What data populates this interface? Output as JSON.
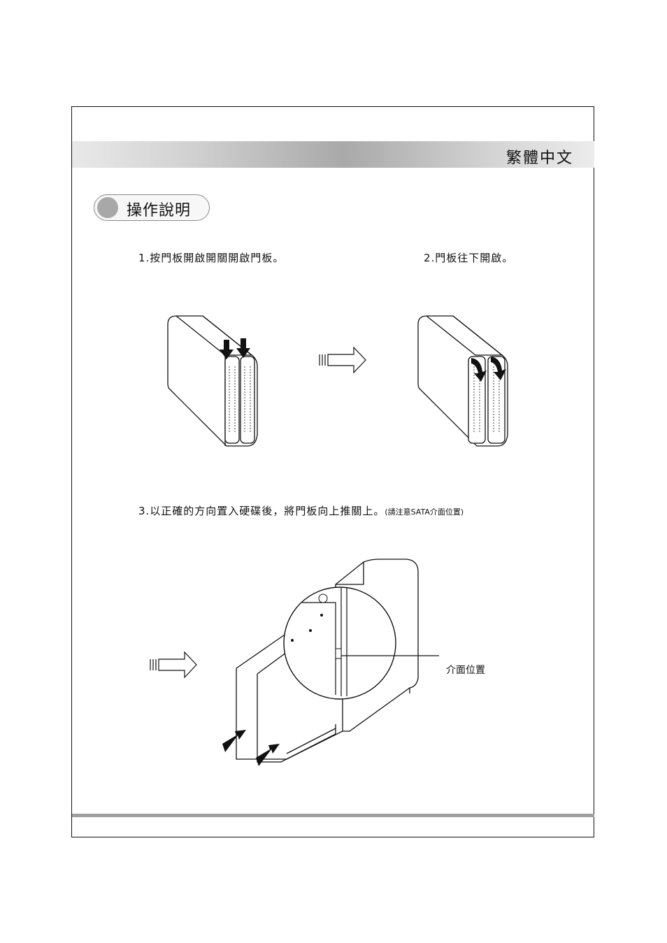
{
  "header": {
    "language_label": "繁體中文"
  },
  "section": {
    "title": "操作說明"
  },
  "steps": [
    {
      "text": "1.按門板開啟開關開啟門板。"
    },
    {
      "text": "2.門板往下開啟。"
    },
    {
      "text": "3.以正確的方向置入硬碟後，將門板向上推關上。",
      "note": "(請注意SATA介面位置)"
    }
  ],
  "callout": {
    "label": "介面位置"
  },
  "icons": [
    "pill-bullet-icon",
    "arrow-right-icon",
    "arrow-down-icon",
    "arrow-push-icon",
    "enclosure-drawing",
    "harddrive-drawing",
    "magnifier-circle"
  ],
  "colors": {
    "banner_mid": "#a9a9a9",
    "bullet": "#a8a8a8",
    "rule": "#9f9f9f"
  }
}
